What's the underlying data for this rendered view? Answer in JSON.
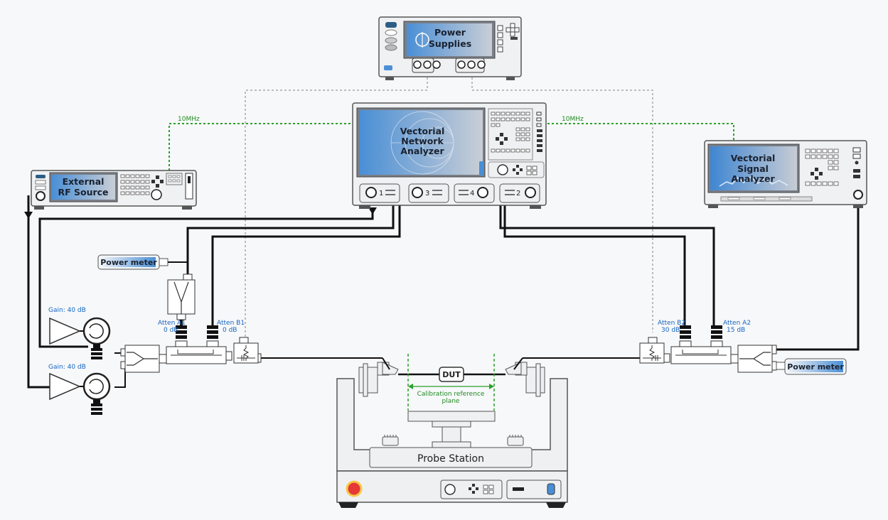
{
  "instruments": {
    "power_supplies": {
      "line1": "Power",
      "line2": "Supplies"
    },
    "vna": {
      "line1": "Vectorial",
      "line2": "Network",
      "line3": "Analyzer",
      "port1": "1",
      "port2": "2",
      "port3": "3",
      "port4": "4"
    },
    "vsa": {
      "line1": "Vectorial",
      "line2": "Signal",
      "line3": "Analyzer"
    },
    "rf_source": {
      "line1": "External",
      "line2": "RF Source"
    }
  },
  "signals": {
    "ref_left": "10MHz",
    "ref_right": "10MHz"
  },
  "power_meters": {
    "left": "Power meter",
    "right": "Power meter"
  },
  "amplifiers": {
    "upper": "Gain: 40 dB",
    "lower": "Gain: 40 dB"
  },
  "attenuators": {
    "a1": {
      "name": "Atten A1",
      "value": "0 dB"
    },
    "b1": {
      "name": "Atten B1",
      "value": "0 dB"
    },
    "b2": {
      "name": "Atten B2",
      "value": "30 dB"
    },
    "a2": {
      "name": "Atten A2",
      "value": "15 dB"
    }
  },
  "dut": {
    "label": "DUT"
  },
  "calibration": {
    "line1": "Calibration reference",
    "line2": "plane"
  },
  "probe_station": {
    "label": "Probe Station"
  },
  "colors": {
    "screen_blue": "#4f93d8",
    "ref_green": "#2ba02b",
    "label_blue": "#1565c0"
  }
}
